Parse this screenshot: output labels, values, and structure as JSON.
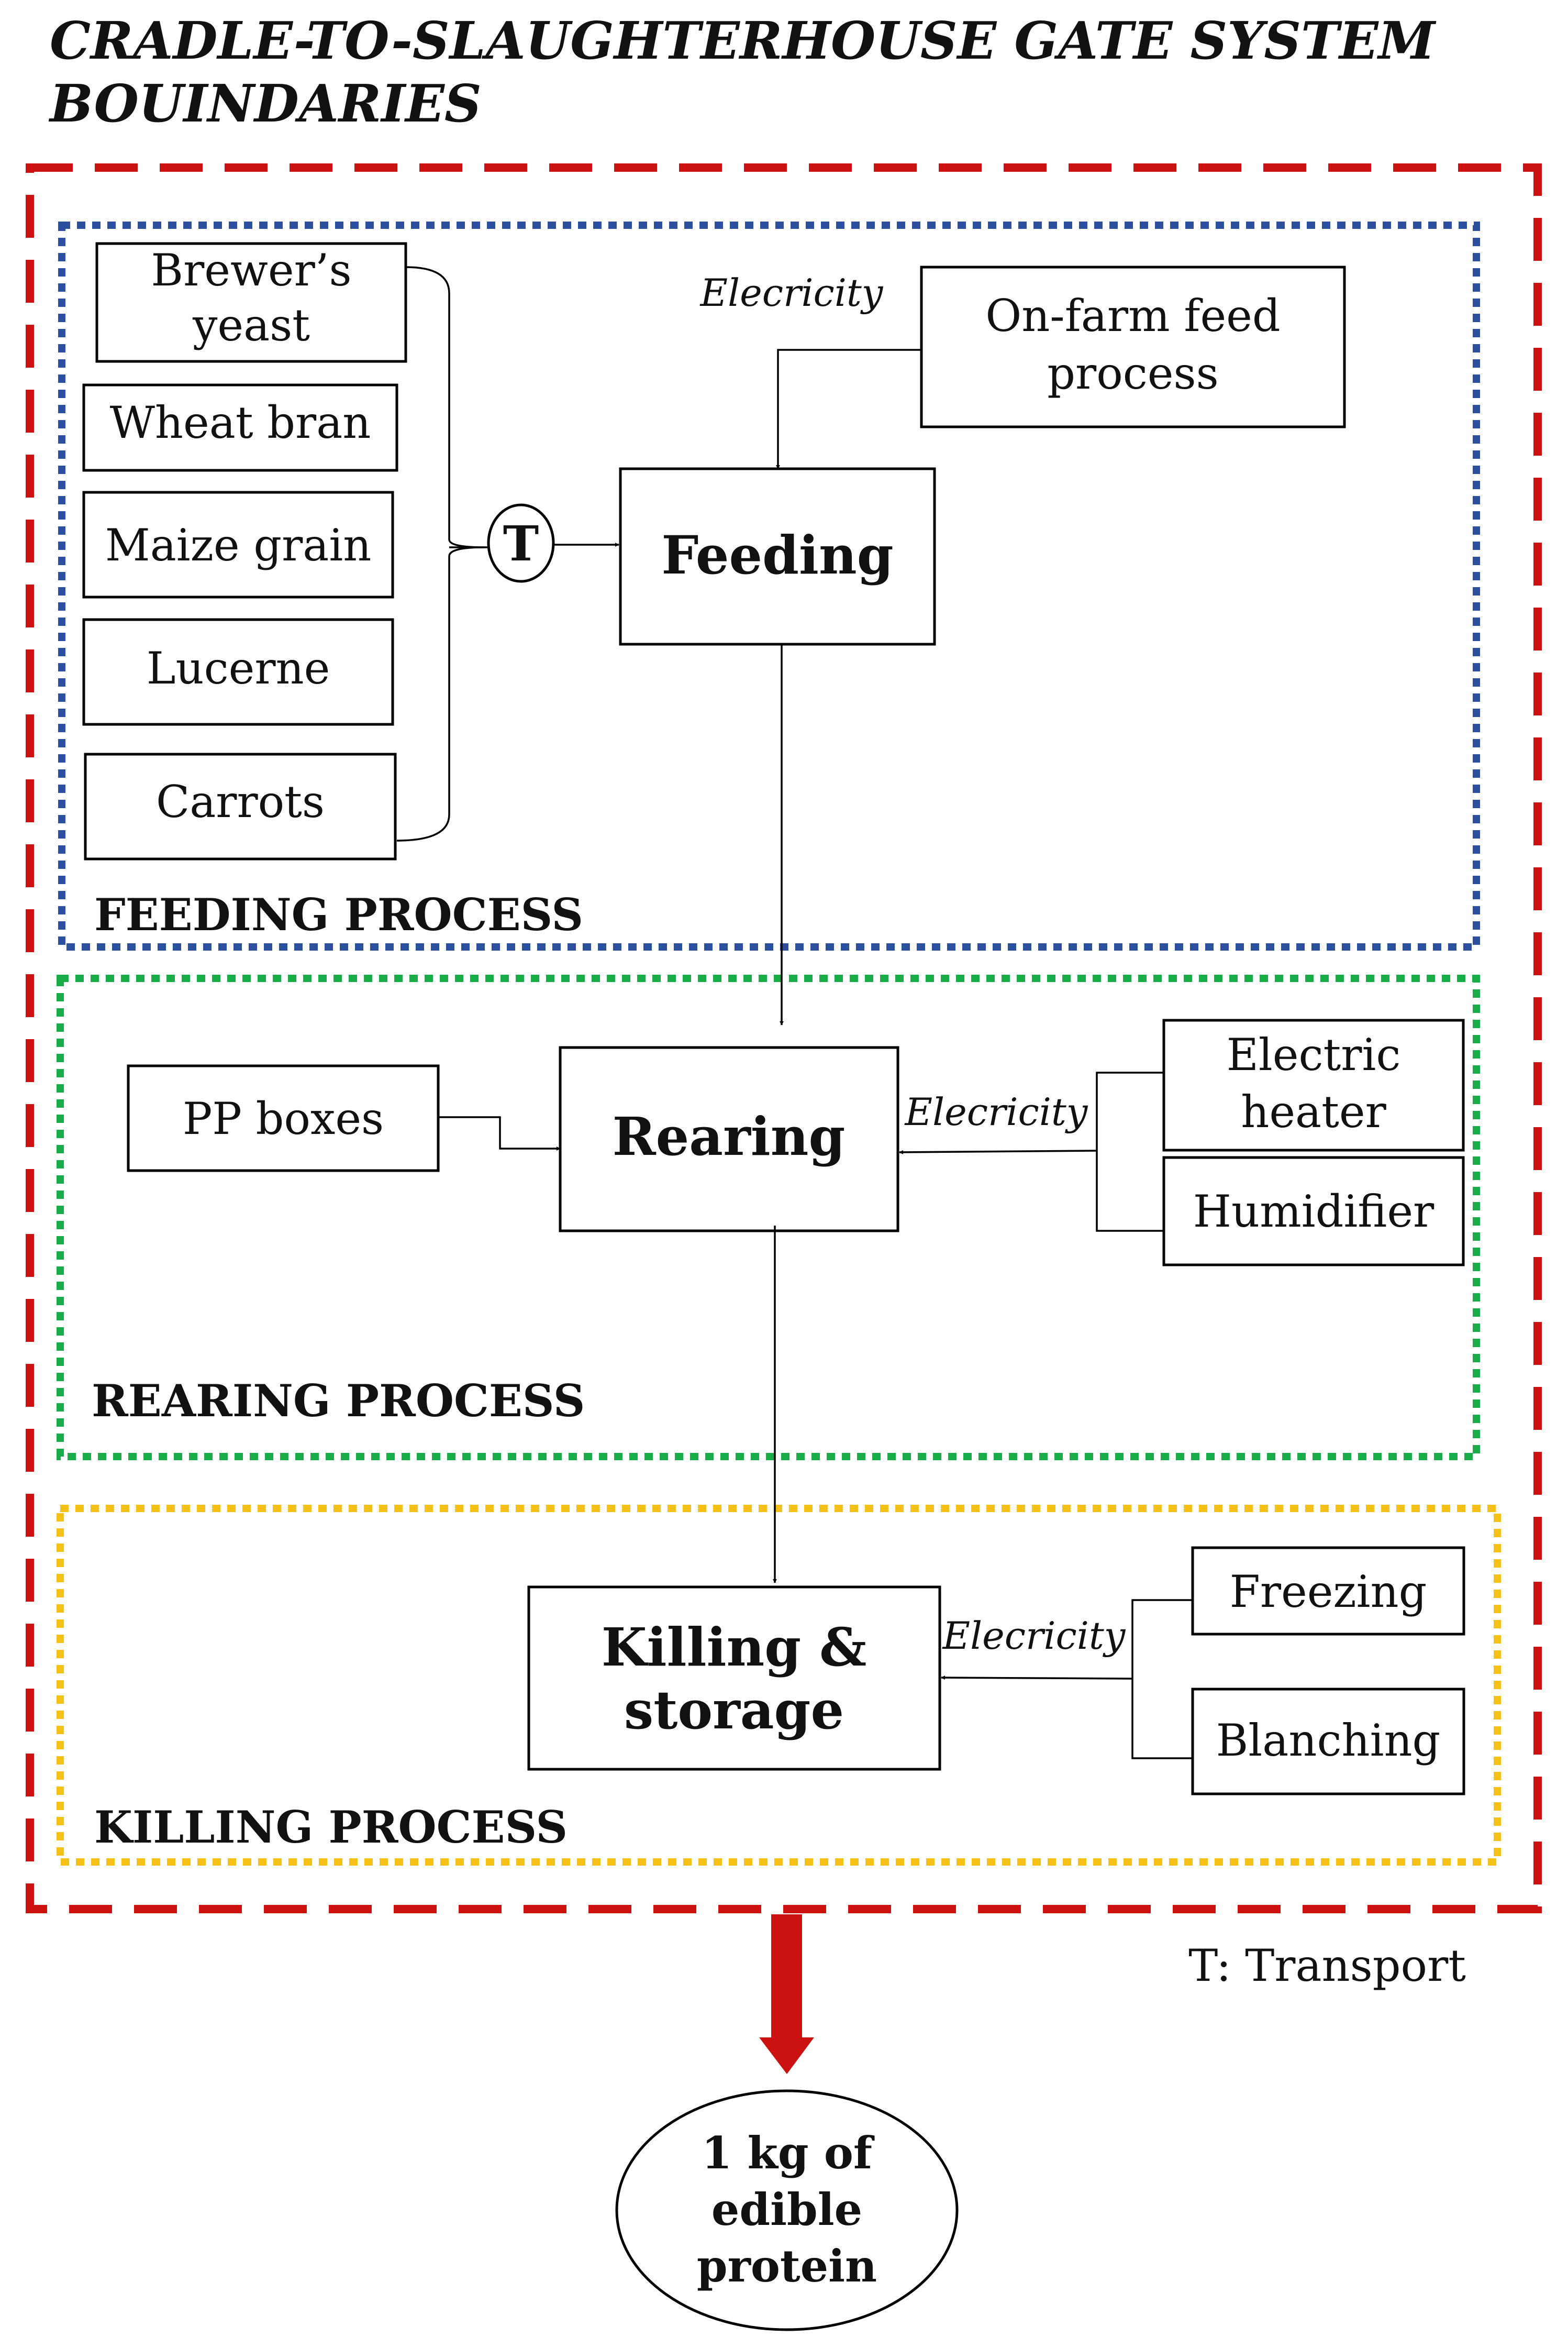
{
  "title": {
    "line1": "CRADLE-TO-SLAUGHTERHOUSE GATE SYSTEM",
    "line2": "BOUINDARIES"
  },
  "colors": {
    "boundary": "#cc1111",
    "feeding": "#2c4f9e",
    "rearing": "#19ad4a",
    "killing": "#f5c116",
    "arrow": "#cc1111"
  },
  "feeding_process": {
    "region_label": "FEEDING PROCESS",
    "inputs": [
      {
        "lines": [
          "Brewer’s",
          "yeast"
        ]
      },
      {
        "lines": [
          "Wheat bran"
        ]
      },
      {
        "lines": [
          "Maize grain"
        ]
      },
      {
        "lines": [
          "Lucerne"
        ]
      },
      {
        "lines": [
          "Carrots"
        ]
      }
    ],
    "transport_symbol": "T",
    "electricity_label": "Elecricity",
    "on_farm_box": {
      "lines": [
        "On-farm feed",
        "process"
      ]
    },
    "main_step": {
      "lines": [
        "Feeding"
      ]
    }
  },
  "rearing_process": {
    "region_label": "REARING PROCESS",
    "pp_boxes": {
      "lines": [
        "PP boxes"
      ]
    },
    "main_step": {
      "lines": [
        "Rearing"
      ]
    },
    "electricity_label": "Elecricity",
    "inputs": [
      {
        "lines": [
          "Electric",
          "heater"
        ]
      },
      {
        "lines": [
          "Humidifier"
        ]
      }
    ]
  },
  "killing_process": {
    "region_label": "KILLING PROCESS",
    "main_step": {
      "lines": [
        "Killing &",
        "storage"
      ]
    },
    "electricity_label": "Elecricity",
    "inputs": [
      {
        "lines": [
          "Freezing"
        ]
      },
      {
        "lines": [
          "Blanching"
        ]
      }
    ]
  },
  "legend": {
    "transport_note": "T: Transport"
  },
  "output": {
    "lines": [
      "1 kg of",
      "edible",
      "protein"
    ]
  }
}
